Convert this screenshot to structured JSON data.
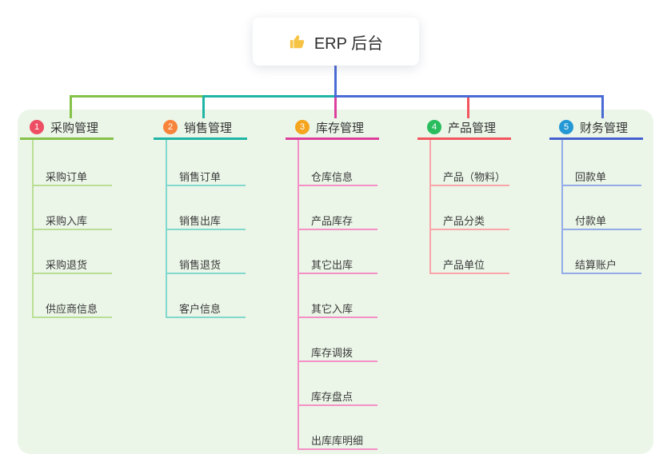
{
  "root": {
    "label": "ERP 后台",
    "icon": "thumbs-up-icon"
  },
  "branches": [
    {
      "num": "1",
      "title": "采购管理",
      "badge_color": "#ee4e63",
      "line_color": "#85c24a",
      "item_line_color": "#b9de95",
      "items": [
        "采购订单",
        "采购入库",
        "采购退货",
        "供应商信息"
      ]
    },
    {
      "num": "2",
      "title": "销售管理",
      "badge_color": "#f8833b",
      "line_color": "#1fb5a5",
      "item_line_color": "#82d8cd",
      "items": [
        "销售订单",
        "销售出库",
        "销售退货",
        "客户信息"
      ]
    },
    {
      "num": "3",
      "title": "库存管理",
      "badge_color": "#f5a41d",
      "line_color": "#dd3d9d",
      "item_line_color": "#f490c7",
      "items": [
        "仓库信息",
        "产品库存",
        "其它出库",
        "其它入库",
        "库存调拨",
        "库存盘点",
        "出库库明细"
      ]
    },
    {
      "num": "4",
      "title": "产品管理",
      "badge_color": "#2abd5e",
      "line_color": "#f2555e",
      "item_line_color": "#f9a5a9",
      "items": [
        "产品（物料）",
        "产品分类",
        "产品单位"
      ]
    },
    {
      "num": "5",
      "title": "财务管理",
      "badge_color": "#2498d5",
      "line_color": "#4460cf",
      "item_line_color": "#93abe8",
      "items": [
        "回款单",
        "付款单",
        "结算账户"
      ]
    }
  ],
  "colors": {
    "canvas": "#ffffff",
    "panel": "#ebf6e8",
    "trunk": "#4a6bd6",
    "text": "#333333"
  }
}
